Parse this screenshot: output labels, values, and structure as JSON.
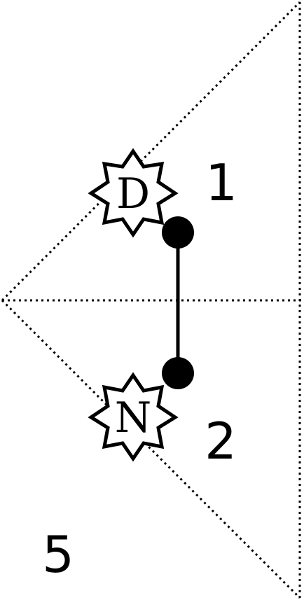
{
  "diagram": {
    "labels": {
      "region_top": "1",
      "region_bottom": "2",
      "region_outer": "5"
    },
    "markers": {
      "top_letter": "D",
      "bottom_letter": "N"
    },
    "colors": {
      "ink": "#000000",
      "background": "#ffffff"
    }
  }
}
